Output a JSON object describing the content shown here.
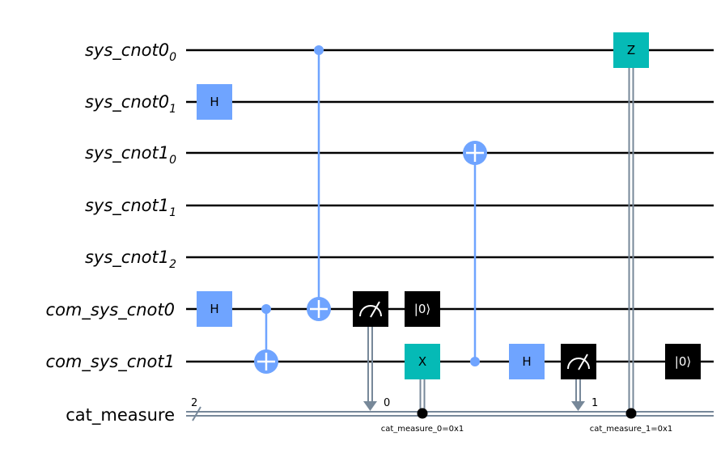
{
  "wires": [
    {
      "base": "sys_cnot0",
      "sub": "0",
      "italic": true
    },
    {
      "base": "sys_cnot0",
      "sub": "1",
      "italic": true
    },
    {
      "base": "sys_cnot1",
      "sub": "0",
      "italic": true
    },
    {
      "base": "sys_cnot1",
      "sub": "1",
      "italic": true
    },
    {
      "base": "sys_cnot1",
      "sub": "2",
      "italic": true
    },
    {
      "base": "com_sys_cnot0",
      "sub": "",
      "italic": true
    },
    {
      "base": "com_sys_cnot1",
      "sub": "",
      "italic": true
    },
    {
      "base": "cat_measure",
      "sub": "",
      "italic": false
    }
  ],
  "classical": {
    "width_label": "2"
  },
  "gates": {
    "h": "H",
    "x": "X",
    "z": "Z",
    "reset": "|0⟩"
  },
  "measure_bits": {
    "first": "0",
    "second": "1"
  },
  "conditions": {
    "first": "cat_measure_0=0x1",
    "second": "cat_measure_1=0x1"
  },
  "colors": {
    "h_gate": "#6fa4ff",
    "cnot": "#6fa4ff",
    "pauli": "#05bab6",
    "measure": "#000000",
    "reset": "#000000",
    "classical_wire": "#778899",
    "quantum_wire": "#000000"
  }
}
